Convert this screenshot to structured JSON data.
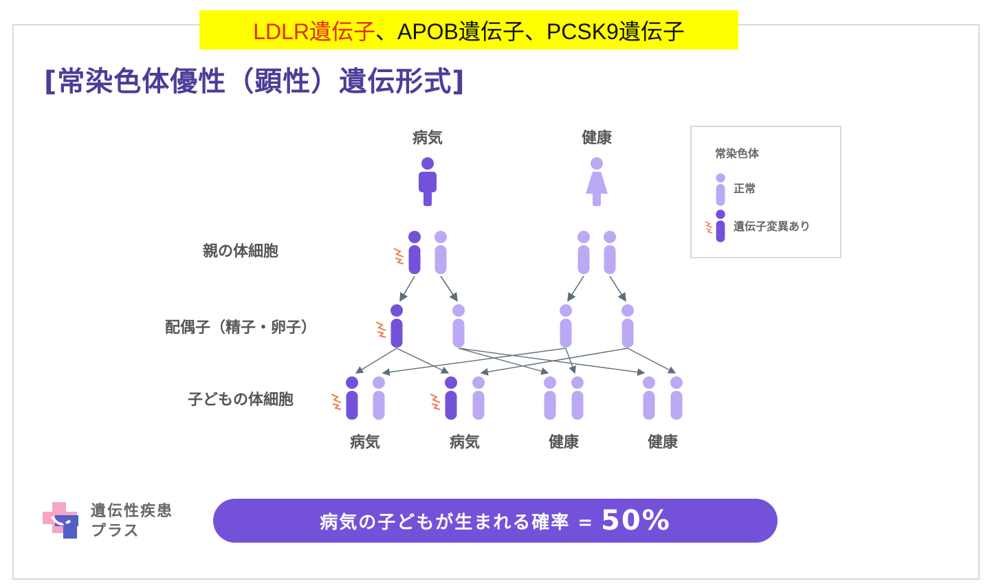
{
  "banner": {
    "highlight": "LDLR遺伝子",
    "rest": "、APOB遺伝子、PCSK9遺伝子",
    "highlight_color": "#e8261d",
    "background": "#ffff00"
  },
  "title": "[常染色体優性（顕性）遺伝形式]",
  "parents": {
    "left": "病気",
    "right": "健康"
  },
  "row_labels": {
    "parent_cells": "親の体細胞",
    "gametes": "配偶子（精子・卵子）",
    "child_cells": "子どもの体細胞"
  },
  "children": [
    "病気",
    "病気",
    "健康",
    "健康"
  ],
  "legend": {
    "title": "常染色体",
    "normal": "正常",
    "variant": "遺伝子変異あり"
  },
  "colors": {
    "variant": "#7352d9",
    "normal": "#bca9f4",
    "title": "#4c3d98"
  },
  "logo": {
    "line1": "遺伝性疾患",
    "line2": "プラス"
  },
  "probability": {
    "label": "病気の子どもが生まれる確率 =",
    "value": "50%"
  }
}
